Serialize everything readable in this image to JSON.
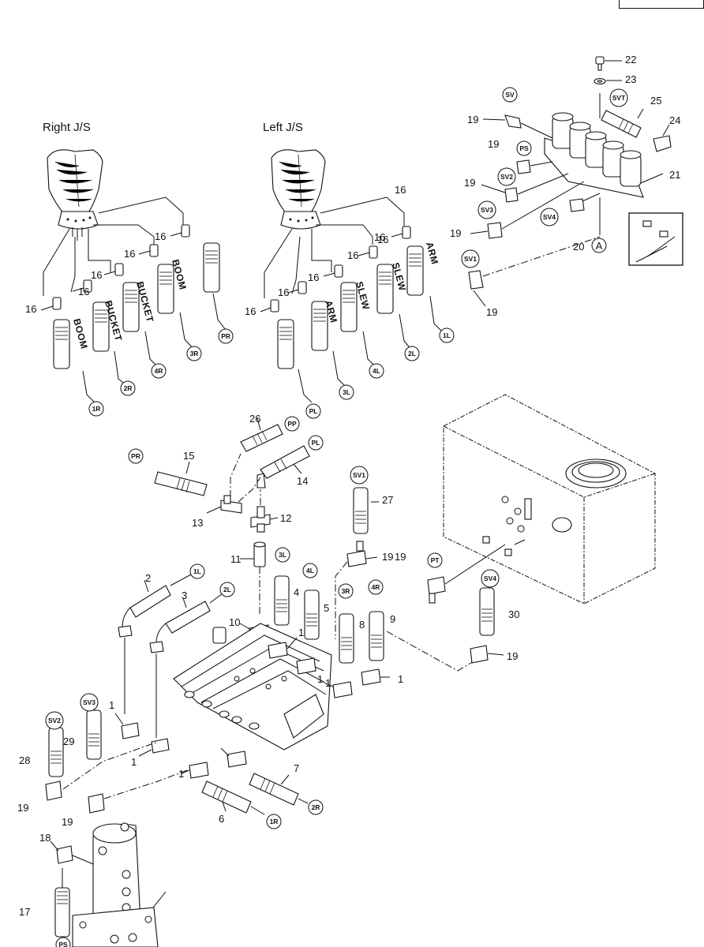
{
  "titles": {
    "right_js": "Right J/S",
    "left_js": "Left J/S"
  },
  "part_numbers": [
    "1",
    "1",
    "1",
    "1",
    "1",
    "1",
    "1",
    "2",
    "3",
    "4",
    "5",
    "6",
    "7",
    "8",
    "9",
    "10",
    "11",
    "12",
    "13",
    "14",
    "15",
    "16",
    "16",
    "16",
    "16",
    "16",
    "16",
    "16",
    "16",
    "16",
    "16",
    "16",
    "16",
    "17",
    "18",
    "19",
    "19",
    "19",
    "19",
    "19",
    "19",
    "19",
    "19",
    "19",
    "19",
    "20",
    "21",
    "22",
    "23",
    "24",
    "25",
    "26",
    "27",
    "28",
    "29",
    "30"
  ],
  "port_tags": [
    "SV",
    "SVT",
    "PS",
    "SV2",
    "SV3",
    "SV4",
    "SV1",
    "A",
    "PR",
    "1R",
    "2R",
    "4R",
    "3R",
    "PL",
    "3L",
    "4L",
    "2L",
    "1L",
    "PP",
    "PR",
    "PL",
    "SV1",
    "3L",
    "4L",
    "3R",
    "4R",
    "1L",
    "2L",
    "PT",
    "SV4",
    "SV2",
    "SV3",
    "1R",
    "2R",
    "PS"
  ],
  "hose_labels": {
    "r_boom_1": "BOOM",
    "r_bucket_1": "BUCKET",
    "r_bucket_2": "BUCKET",
    "r_boom_2": "BOOM",
    "l_arm_1": "ARM",
    "l_slew_1": "SLEW",
    "l_slew_2": "SLEW",
    "l_arm_2": "ARM"
  }
}
